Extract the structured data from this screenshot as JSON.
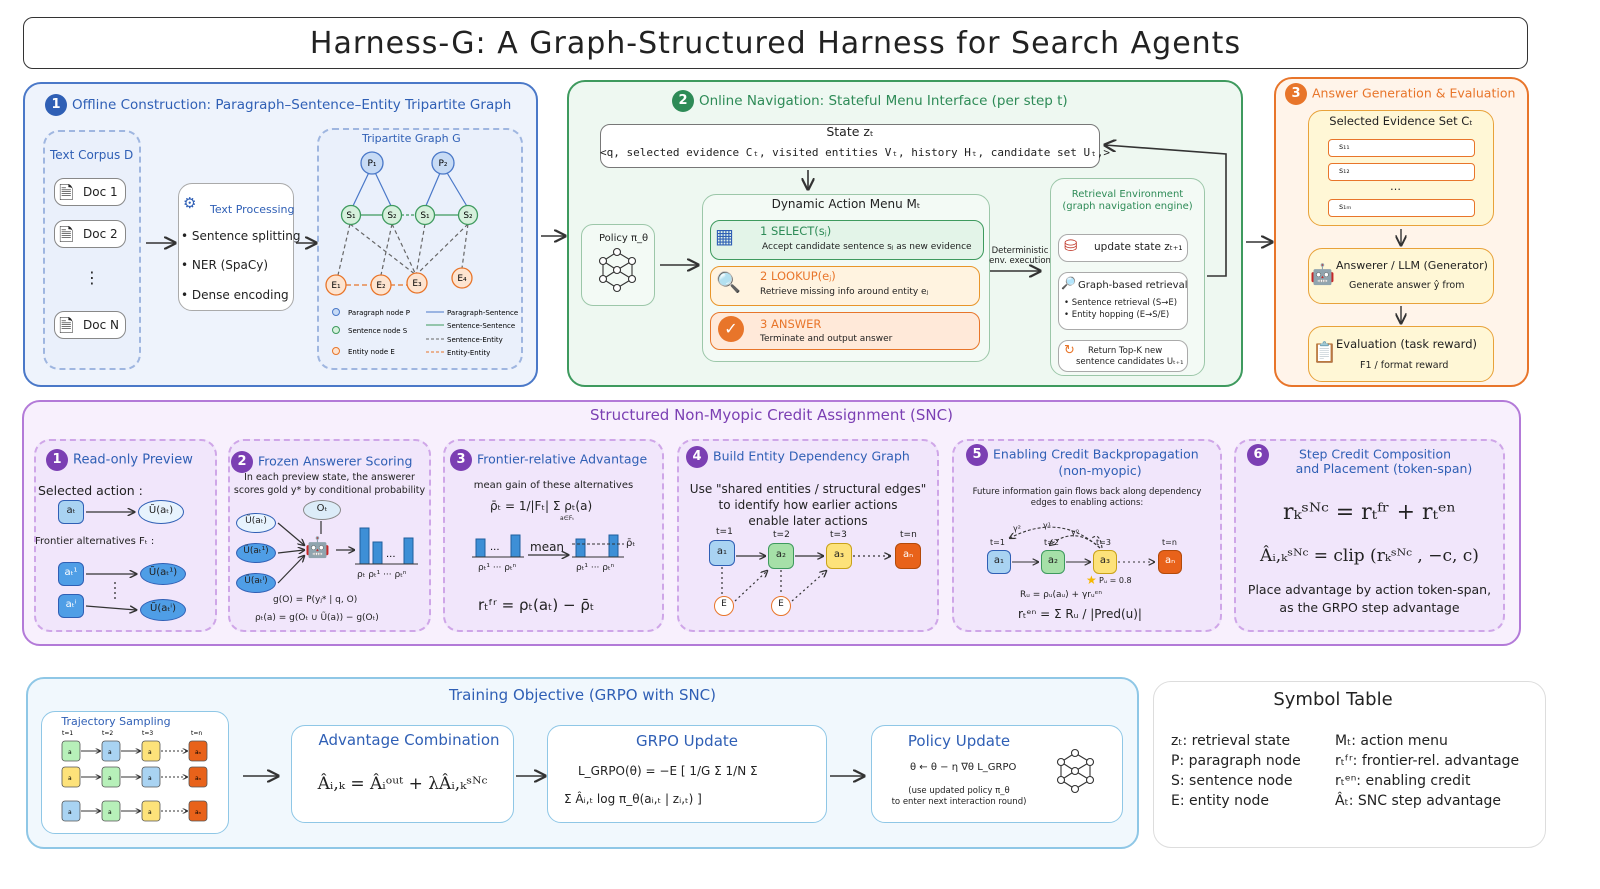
{
  "title": "Harness-G: A Graph-Structured Harness for Search Agents",
  "colors": {
    "blue": "#2f5fb5",
    "green": "#2e8b57",
    "orange": "#e8752a",
    "purple": "#7b3fb3",
    "cyan": "#4aa3c9"
  },
  "offline": {
    "num": "1",
    "title": "Offline Construction: Paragraph–Sentence–Entity Tripartite Graph",
    "corpus_title": "Text Corpus D",
    "docs": [
      "Doc 1",
      "Doc 2",
      "⋮",
      "Doc N"
    ],
    "processing_title": "Text Processing",
    "processing_items": [
      "• Sentence splitting",
      "• NER (SpaCy)",
      "• Dense encoding"
    ],
    "graph_title": "Tripartite Graph G",
    "node_labels": [
      "P₁",
      "P₂",
      "S₁",
      "S₂",
      "S₁",
      "S₂",
      "E₁",
      "E₂",
      "E₃",
      "E₄"
    ],
    "legend_nodes": [
      "Paragraph node P",
      "Sentence node S",
      "Entity node E"
    ],
    "legend_edges": [
      "Paragraph-Sentence",
      "Sentence-Sentence",
      "Sentence-Entity",
      "Entity-Entity"
    ]
  },
  "online": {
    "num": "2",
    "title": "Online Navigation: Stateful Menu Interface (per step t)",
    "state_title": "State zₜ",
    "state_text": "<q, selected evidence Cₜ, visited entities Vₜ, history Hₜ, candidate set Uₜ,>",
    "policy_label": "Policy π_θ",
    "menu_title": "Dynamic Action Menu Mₜ",
    "actions": [
      {
        "title": "1  SELECT(sⱼ)",
        "desc": "Accept candidate sentence sⱼ as new evidence"
      },
      {
        "title": "2  LOOKUP(eⱼ)",
        "desc": "Retrieve missing info around entity eⱼ"
      },
      {
        "title": "3  ANSWER",
        "desc": "Terminate and output answer"
      }
    ],
    "exec_label": [
      "Deterministic",
      "env. execution"
    ],
    "env_title": [
      "Retrieval Environment",
      "(graph navigation engine)"
    ],
    "update_state": "update state zₜ₊₁",
    "graph_retrieval": "Graph-based retrieval",
    "retrieval_items": [
      "• Sentence retrieval (S→E)",
      "• Entity hopping (E→S/E)"
    ],
    "return_text": [
      "Return Top-K new",
      "sentence candidates Uₜ₊₁"
    ]
  },
  "answer": {
    "num": "3",
    "title": "Answer Generation & Evaluation",
    "evidence_title": "Selected Evidence Set Cₜ",
    "evidence_items": [
      "s₁₁",
      "s₁₂",
      "…",
      "s₁ₘ"
    ],
    "answerer_title": "Answerer / LLM (Generator)",
    "answerer_desc": "Generate answer ŷ  from",
    "eval_title": "Evaluation (task reward)",
    "eval_desc": "F1 / format reward"
  },
  "snc": {
    "title": "Structured Non-Myopic Credit Assignment (SNC)",
    "steps": [
      {
        "num": "1",
        "title": [
          "Read-only Preview"
        ]
      },
      {
        "num": "2",
        "title": [
          "Frozen Answerer Scoring"
        ]
      },
      {
        "num": "3",
        "title": [
          "Frontier-relative Advantage"
        ]
      },
      {
        "num": "4",
        "title": [
          "Build Entity Dependency Graph"
        ]
      },
      {
        "num": "5",
        "title": [
          "Enabling Credit Backpropagation",
          "(non-myopic)"
        ]
      },
      {
        "num": "6",
        "title": [
          "Step Credit Composition",
          "and Placement (token-span)"
        ]
      }
    ],
    "s1": {
      "selected": "Selected action :",
      "frontier": "Frontier alternatives Fₜ :",
      "a_t": "aₜ",
      "u_at": "Ũ(aₜ)",
      "a1": "aₜ¹",
      "a2": "aₜⁱ",
      "u1": "Ũ(aₜ¹)",
      "u2": "Ũ(aₜⁱ)"
    },
    "s2": {
      "desc": [
        "In each preview state, the answerer",
        "scores gold y* by conditional probability"
      ],
      "o": "Oₜ",
      "inputs": [
        "Ũ(aₜ)",
        "Ũ(aₜ¹)",
        "Ũ(aₜⁱ)"
      ],
      "bar_labels": "ρₜ  ρₜ¹  ···  ρₜⁿ",
      "f1": "g(O) = P(yⱼ* | q, O)",
      "f2": "ρₜ(a) = g(Oₜ ∪ Ũ(a)) − g(Oₜ)"
    },
    "s3": {
      "desc": "mean gain of these alternatives",
      "f1": "ρ̄ₜ = 1/|Fₜ| Σ ρₜ(a)",
      "sum_sub": "a∈Fₜ",
      "left_lbl": "ρₜ¹  ···  ρₜⁿ",
      "mean": "mean",
      "right_lbl": "ρₜ¹  ···  ρₜⁿ",
      "bar_lbl": "ρ̄ₜ",
      "f2": "rₜᶠʳ = ρₜ(aₜ) − ρ̄ₜ"
    },
    "s4": {
      "desc": [
        "Use \"shared entities / structural edges\"",
        "to identify how earlier actions",
        "enable later actions"
      ],
      "steps": [
        "t=1",
        "t=2",
        "t=3",
        "t=n"
      ],
      "nodes": [
        "a₁",
        "a₂",
        "a₃",
        "aₙ"
      ],
      "e": "E"
    },
    "s5": {
      "desc": [
        "Future information gain flows back along dependency",
        "edges to enabling actions:"
      ],
      "steps": [
        "t=1",
        "t=2",
        "t=3",
        "t=n"
      ],
      "nodes": [
        "a₁",
        "a₂",
        "a₃",
        "aₙ"
      ],
      "gammas": [
        "γ²",
        "γ¹",
        "γ⁰"
      ],
      "pu": "Pᵤ = 0.8",
      "f1": "Rᵤ = ρᵤ(aᵤ) + γrᵤᵉⁿ",
      "f2": "rₜᵉⁿ = Σ Rᵤ / |Pred(u)|"
    },
    "s6": {
      "f1": "rₖˢᴺᶜ = rₜᶠʳ + rₜᵉⁿ",
      "f2": "Âᵢ,ₖˢᴺᶜ = clip (rₖˢᴺᶜ , −c,  c)",
      "desc": [
        "Place advantage by action token-span,",
        "as the GRPO step advantage"
      ]
    }
  },
  "training": {
    "title": "Training Objective (GRPO with SNC)",
    "traj_title": "Trajectory Sampling",
    "traj_steps": [
      "t=1",
      "t=2",
      "t=3",
      "t=n"
    ],
    "traj_node": "a",
    "traj_last": "aₙ",
    "adv_title": "Advantage Combination",
    "adv_formula": "Âᵢ,ₖ = Âᵢᵒᵘᵗ + λÂᵢ,ₖˢᴺᶜ",
    "grpo_title": "GRPO Update",
    "grpo_f1": "L_GRPO(θ) = −E [ 1/G Σ 1/N Σ",
    "grpo_f2": "Σ Âᵢ,ₜ log π_θ(aᵢ,ₜ | zᵢ,ₜ) ]",
    "policy_title": "Policy Update",
    "policy_f": "θ ← θ − η ∇θ L_GRPO",
    "policy_note": [
      "(use updated policy π_θ",
      "to enter next interaction round)"
    ]
  },
  "symbols": {
    "title": "Symbol Table",
    "left": [
      "zₜ: retrieval state",
      "P: paragraph node",
      "S: sentence node",
      "E: entity node"
    ],
    "right": [
      "Mₜ: action menu",
      "rₜᶠʳ: frontier-rel. advantage",
      "rₜᵉⁿ: enabling credit",
      "Âₜ: SNC step advantage"
    ]
  }
}
